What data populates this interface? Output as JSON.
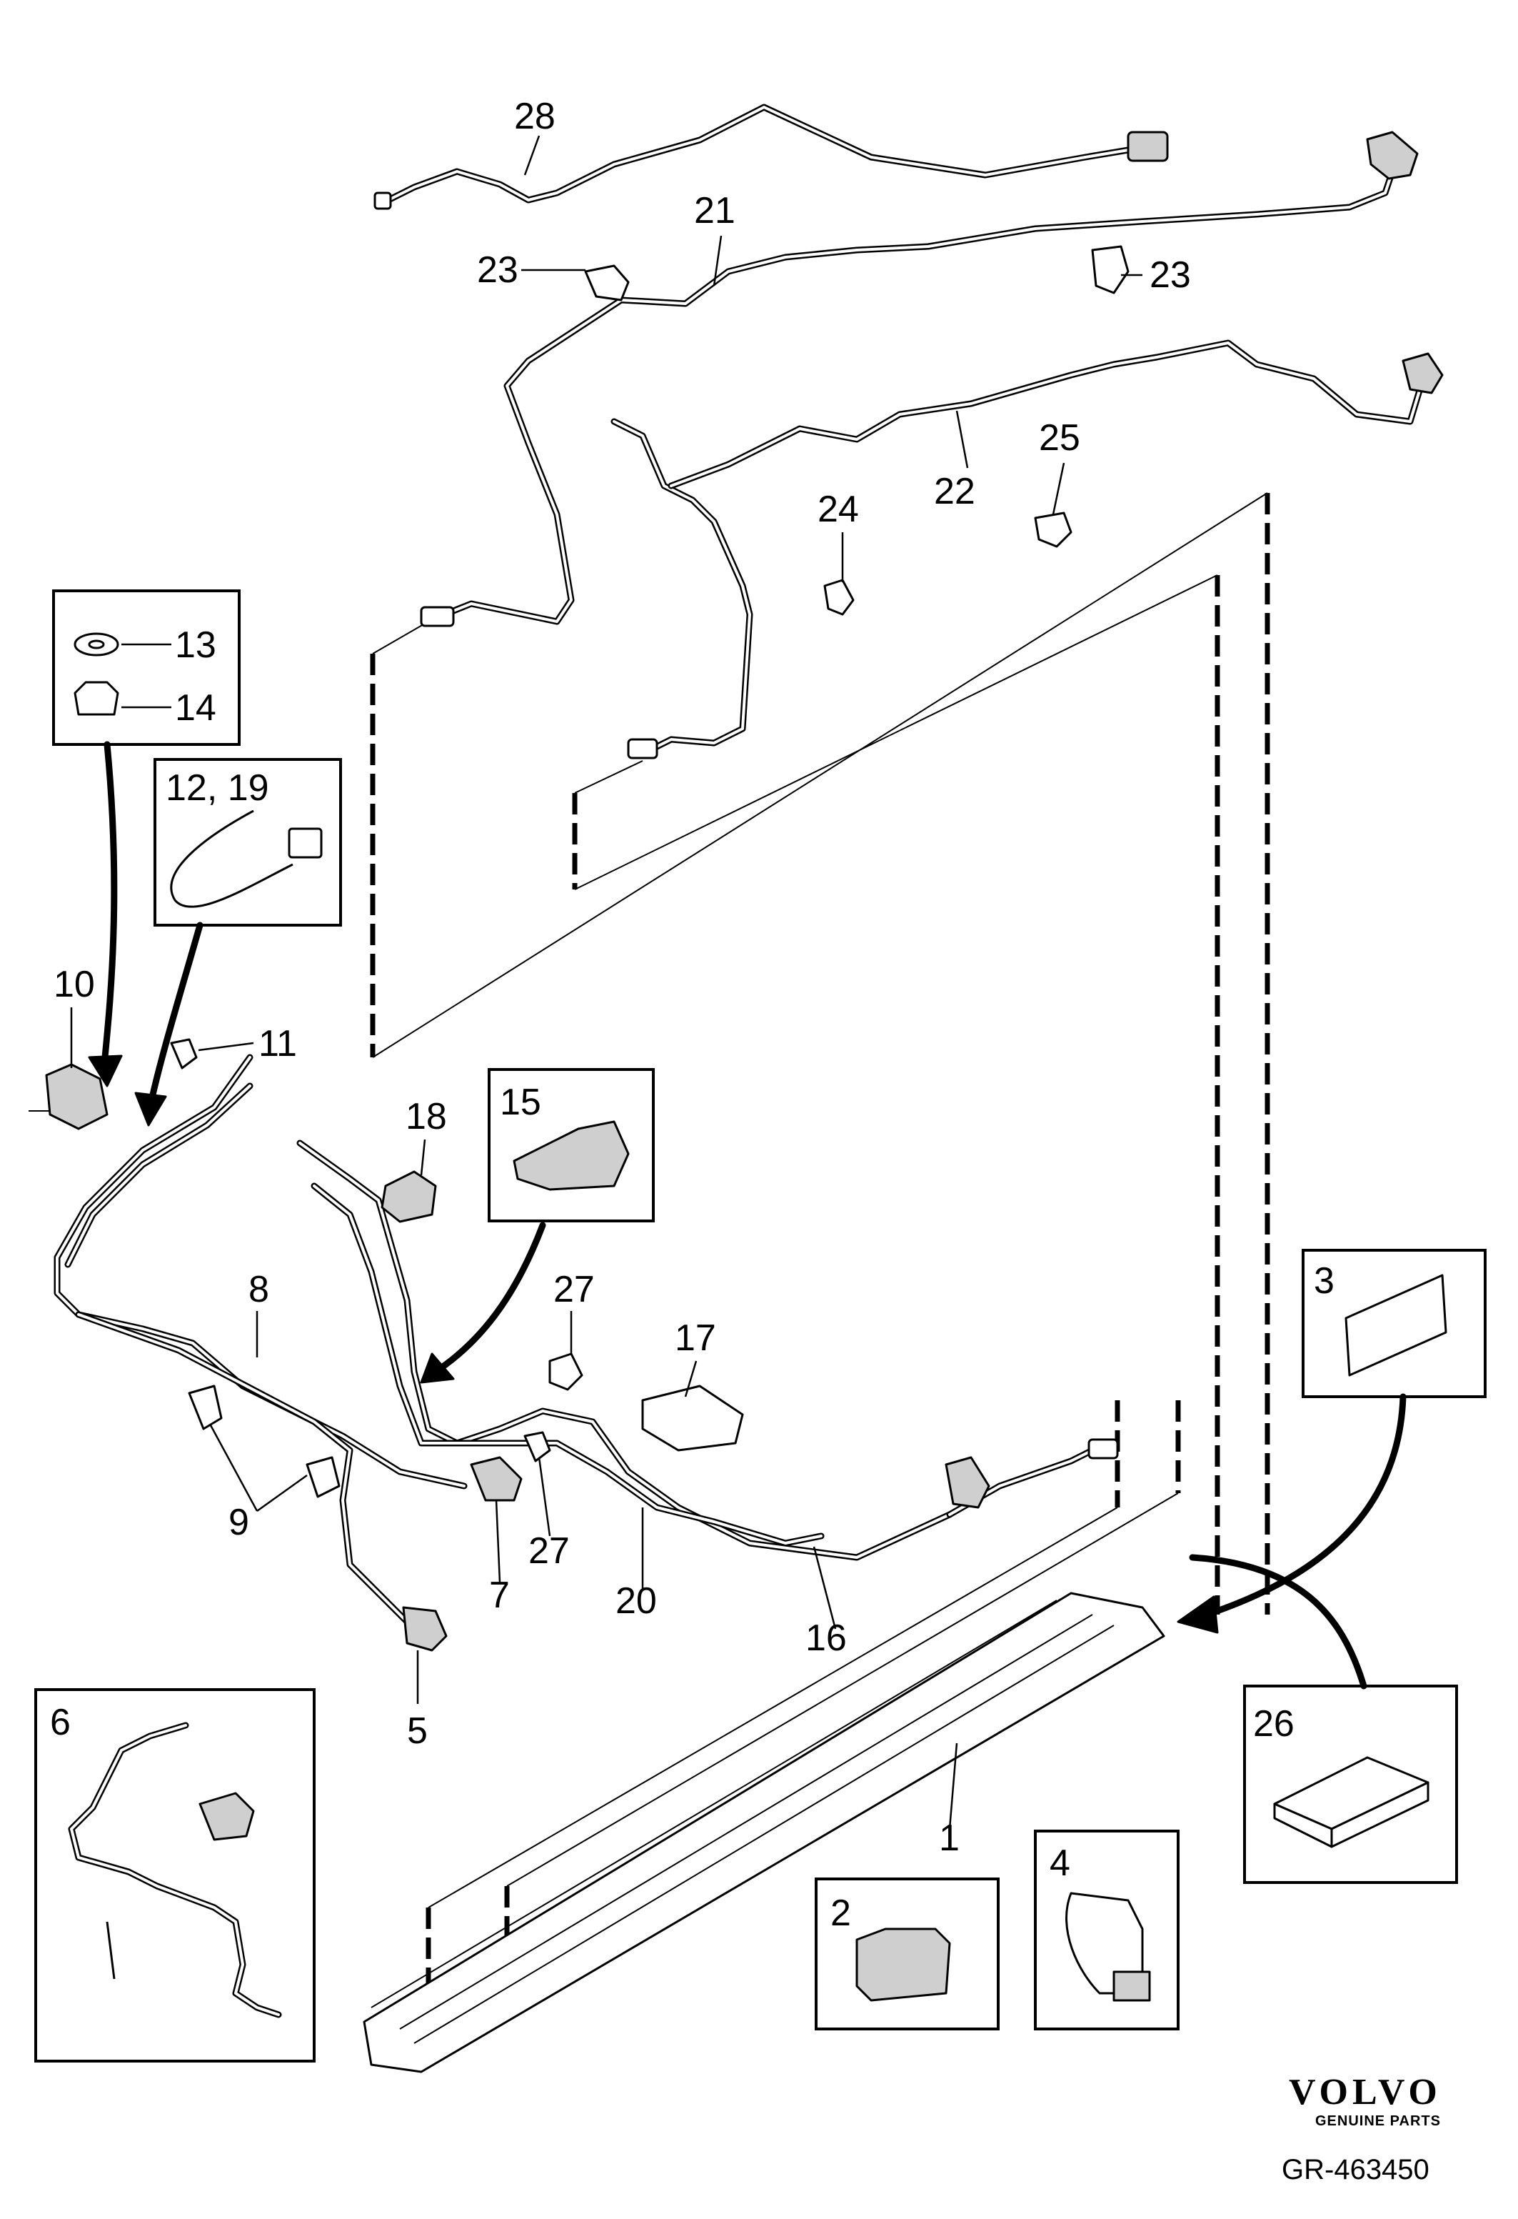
{
  "callouts": {
    "c28": "28",
    "c21": "21",
    "c23a": "23",
    "c23b": "23",
    "c22": "22",
    "c25": "25",
    "c24": "24",
    "c13": "13",
    "c14": "14",
    "c12_19": "12, 19",
    "c10": "10",
    "c11": "11",
    "c18": "18",
    "c15": "15",
    "c8": "8",
    "c27a": "27",
    "c17": "17",
    "c27b": "27",
    "c9": "9",
    "c7": "7",
    "c20": "20",
    "c16": "16",
    "c5": "5",
    "c3": "3",
    "c26": "26",
    "c6": "6",
    "c1": "1",
    "c2": "2",
    "c4": "4"
  },
  "brand": {
    "name": "VOLVO",
    "tagline": "GENUINE PARTS"
  },
  "reference": "GR-463450",
  "colors": {
    "line": "#000000",
    "background": "#ffffff",
    "part_fill": "#cfcfcf"
  }
}
